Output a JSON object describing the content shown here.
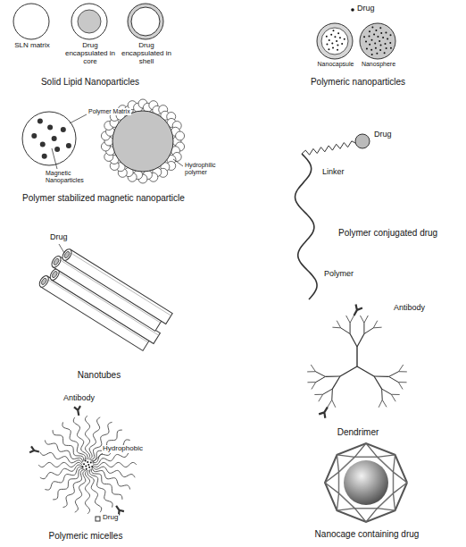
{
  "diagram": {
    "labels": [
      "SLN matrix",
      "Drug encapsulated in core",
      "Drug encapsulated in shell",
      "Solid Lipid Nanoparticles",
      "Drug",
      "Nanocapsule",
      "Nanosphere",
      "Polymeric nanoparticles",
      "Polymer Matrix",
      "Magnetic Nanoparticles",
      "Hydrophilic polymer",
      "Polymer stabilized magnetic nanoparticle",
      "Drug",
      "Linker",
      "Polymer conjugated drug",
      "Polymer",
      "Drug",
      "Nanotubes",
      "Antibody",
      "Dendrimer",
      "Antibody",
      "Hydrophobic",
      "Drug",
      "Polymeric micelles",
      "Nanocage containing drug"
    ]
  }
}
